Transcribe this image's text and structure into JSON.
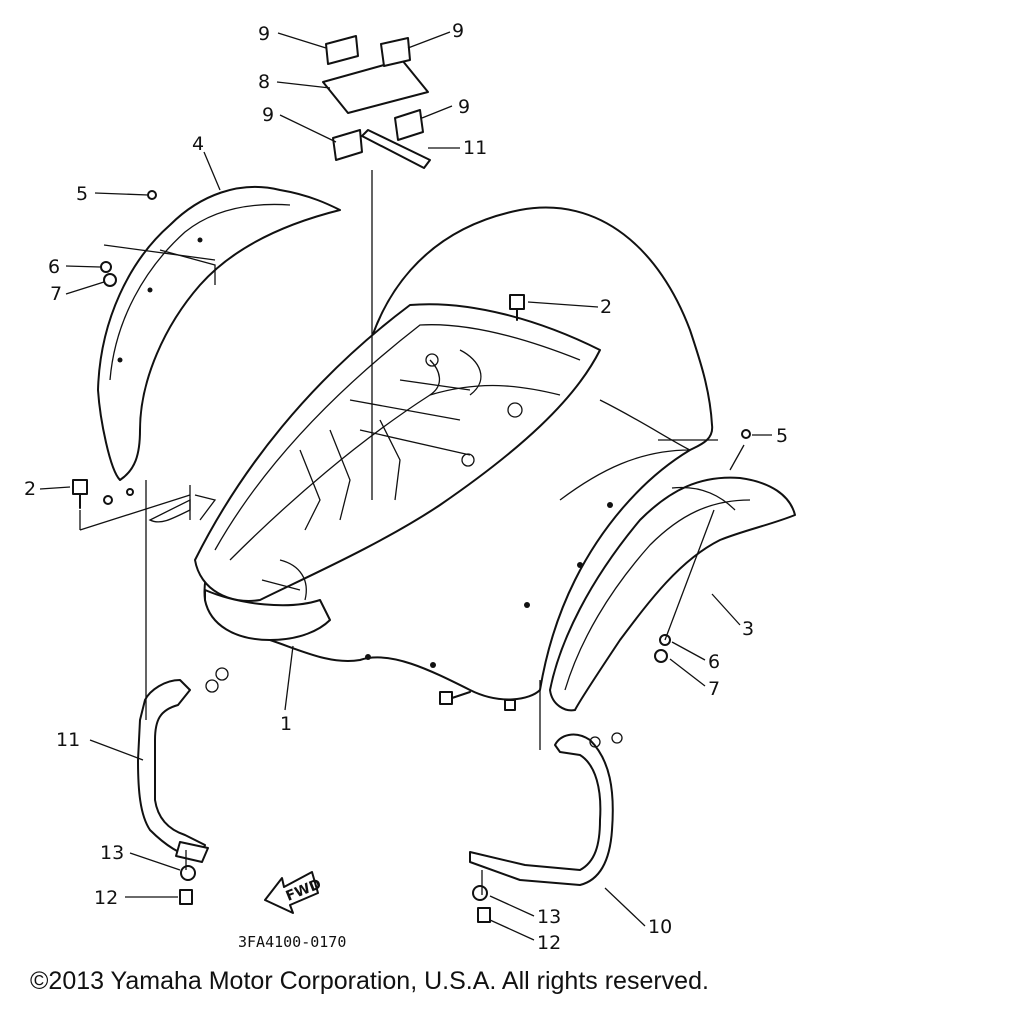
{
  "callouts": {
    "c1": "1",
    "c2a": "2",
    "c2b": "2",
    "c3": "3",
    "c4": "4",
    "c5a": "5",
    "c5b": "5",
    "c6a": "6",
    "c6b": "6",
    "c7a": "7",
    "c7b": "7",
    "c8": "8",
    "c9a": "9",
    "c9b": "9",
    "c9c": "9",
    "c9d": "9",
    "c10": "10",
    "c11a": "11",
    "c11b": "11",
    "c12a": "12",
    "c12b": "12",
    "c13a": "13",
    "c13b": "13"
  },
  "fwd_label": "FWD",
  "diagram_code": "3FA4100-0170",
  "copyright": "©2013 Yamaha Motor Corporation, U.S.A. All rights reserved."
}
